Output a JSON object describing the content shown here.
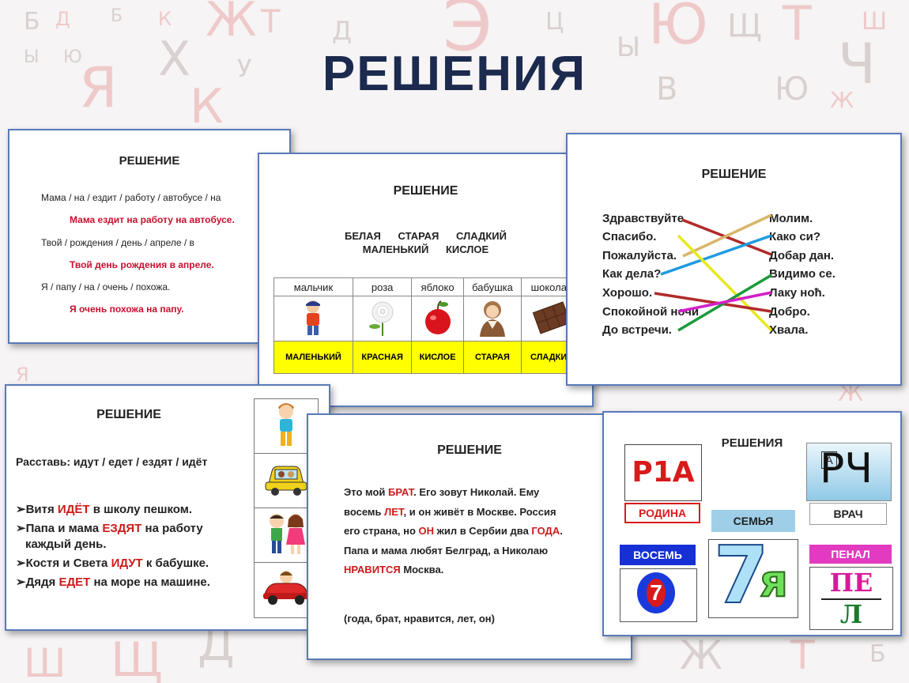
{
  "title": "РЕШЕНИЯ",
  "slide1": {
    "heading": "РЕШЕНИЕ",
    "lines": [
      {
        "q": "Мама / на / ездит / работу / автобусе / на",
        "a": "Мама ездит на работу на автобусе."
      },
      {
        "q": "Твой / рождения / день / апреле / в",
        "a": "Твой день рождения в апреле."
      },
      {
        "q": "Я / папу / на / очень / похожа.",
        "a": "Я очень похожа на папу."
      }
    ]
  },
  "slide2": {
    "heading": "РЕШЕНИЕ",
    "words_line1": "БЕЛАЯ      СТАРАЯ      СЛАДКИЙ",
    "words_line2": "МАЛЕНЬКИЙ      КИСЛОЕ",
    "nouns": [
      "мальчик",
      "роза",
      "яблоко",
      "бабушка",
      "шоколад"
    ],
    "adjectives": [
      "МАЛЕНЬКИЙ",
      "КРАСНАЯ",
      "КИСЛОЕ",
      "СТАРАЯ",
      "СЛАДКИЙ"
    ],
    "icons": [
      "boy-icon",
      "rose-icon",
      "apple-icon",
      "grandmother-icon",
      "chocolate-icon"
    ]
  },
  "slide3": {
    "heading": "РЕШЕНИЕ",
    "left": [
      "Здравствуйте.",
      "Спасибо.",
      "Пожалуйста.",
      "Как дела?",
      "Хорошо.",
      "Спокойной ночи",
      "До встречи."
    ],
    "right": [
      "Молим.",
      "Како си?",
      "Добар дан.",
      "Видимо се.",
      "Лаку ноћ.",
      "Добро.",
      "Хвала."
    ],
    "line_colors": {
      "brown": "#b22a2a",
      "tan": "#d9b56a",
      "blue": "#1e9be0",
      "yellow": "#e8e820",
      "green": "#1a9a3a",
      "magenta": "#d21fc8"
    }
  },
  "slide4": {
    "heading": "РЕШЕНИЕ",
    "instruction": "Расставь: идут / едет / ездят / идёт",
    "items": [
      {
        "pre": "Витя ",
        "verb": "ИДЁТ",
        "post": " в школу пешком."
      },
      {
        "pre": "Папа и мама ",
        "verb": "ЕЗДЯТ",
        "post": " на работу"
      },
      {
        "pre": "каждый день.",
        "verb": "",
        "post": ""
      },
      {
        "pre": "Костя и Света ",
        "verb": "ИДУТ",
        "post": " к бабушке."
      },
      {
        "pre": "Дядя ",
        "verb": "ЕДЕТ",
        "post": " на море на машине."
      }
    ],
    "icons": [
      "walking-boy-icon",
      "car-icon",
      "children-icon",
      "red-car-icon"
    ]
  },
  "slide5": {
    "heading": "РЕШЕНИЕ",
    "text": [
      [
        [
          "Это мой ",
          0
        ],
        [
          "БРАТ",
          1
        ],
        [
          ". Его зовут Николай. Ему",
          0
        ]
      ],
      [
        [
          "восемь ",
          0
        ],
        [
          "ЛЕТ",
          1
        ],
        [
          ", и он живёт в Москве. Россия",
          0
        ]
      ],
      [
        [
          "его страна, но ",
          0
        ],
        [
          "ОН",
          1
        ],
        [
          " жил в Сербии два ",
          0
        ],
        [
          "ГОДА",
          1
        ],
        [
          ".",
          0
        ]
      ],
      [
        [
          "Папа и мама любят Белград, а Николаю",
          0
        ]
      ],
      [
        [
          "НРАВИТСЯ",
          1
        ],
        [
          " Москва.",
          0
        ]
      ]
    ],
    "hint": "(года, брат, нравится, лет, он)"
  },
  "slide6": {
    "heading": "РЕШЕНИЯ",
    "rebus1": "Р1А",
    "label1": "РОДИНА",
    "rebus2": "РЧ",
    "rebus2_small": "А",
    "label2": "ВРАЧ",
    "label3": "СЕМЬЯ",
    "rebus3_num": "7",
    "rebus3_letter": "я",
    "label4": "ВОСЕМЬ",
    "rebus4_num": "7",
    "label5": "ПЕНАЛ",
    "rebus5_top": "ПЕ",
    "rebus5_bottom": "Л"
  }
}
